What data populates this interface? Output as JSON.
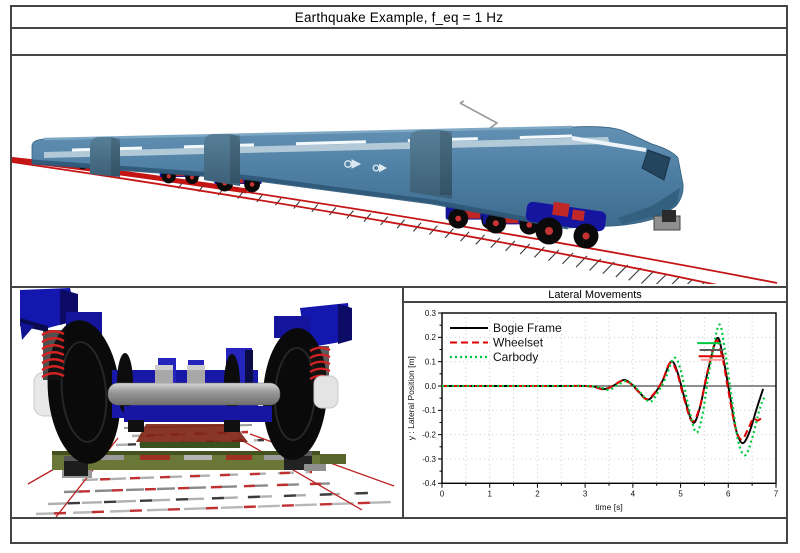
{
  "header": {
    "title": "Earthquake Example, f_eq = 1 Hz"
  },
  "viewports": {
    "train_label": "train-3d-render",
    "wheelset_label": "wheelset-3d-render"
  },
  "colors": {
    "border": "#454545",
    "train_body": "#4e7fa3",
    "train_stripe": "#c3d3df",
    "track_red": "#c51414",
    "bogie_blue": "#14149a",
    "bogie_red": "#bf2626",
    "axle_gray": "#a8a8a8",
    "sleeper_olive": "#6b7736",
    "series_black": "#000000",
    "series_red": "#e00000",
    "series_green": "#00c83c"
  },
  "chart_data": {
    "type": "line",
    "title": "Lateral Movements",
    "xlabel": "time [s]",
    "ylabel": "y : Lateral Position [m]",
    "xlim": [
      0,
      7
    ],
    "ylim": [
      -0.4,
      0.3
    ],
    "x_major_ticks": [
      0,
      1,
      2,
      3,
      4,
      5,
      6,
      7
    ],
    "y_major_ticks": [
      0.3,
      0.2,
      0.1,
      0.0,
      -0.1,
      -0.2,
      -0.3,
      -0.4
    ],
    "grid": "dotted",
    "legend_position": "top-left",
    "zero_line": 0,
    "series": [
      {
        "name": "Bogie Frame",
        "color": "#000000",
        "style": "solid",
        "points": [
          [
            0,
            0
          ],
          [
            0.5,
            0
          ],
          [
            1,
            0
          ],
          [
            1.5,
            0
          ],
          [
            2,
            0
          ],
          [
            2.5,
            0
          ],
          [
            3,
            0
          ],
          [
            3.2,
            -0.003
          ],
          [
            3.4,
            -0.013
          ],
          [
            3.6,
            0.002
          ],
          [
            3.8,
            0.024
          ],
          [
            3.95,
            0.012
          ],
          [
            4.1,
            -0.018
          ],
          [
            4.3,
            -0.056
          ],
          [
            4.45,
            -0.032
          ],
          [
            4.62,
            0.02
          ],
          [
            4.8,
            0.1
          ],
          [
            4.93,
            0.06
          ],
          [
            5.08,
            -0.048
          ],
          [
            5.26,
            -0.15
          ],
          [
            5.4,
            -0.092
          ],
          [
            5.55,
            0.042
          ],
          [
            5.76,
            0.195
          ],
          [
            5.88,
            0.128
          ],
          [
            6.02,
            -0.022
          ],
          [
            6.16,
            -0.178
          ],
          [
            6.3,
            -0.235
          ],
          [
            6.45,
            -0.186
          ],
          [
            6.6,
            -0.09
          ],
          [
            6.73,
            -0.012
          ]
        ]
      },
      {
        "name": "Wheelset",
        "color": "#e00000",
        "style": "dashed",
        "points": [
          [
            0,
            0
          ],
          [
            0.5,
            0
          ],
          [
            1,
            0
          ],
          [
            1.5,
            0
          ],
          [
            2,
            0
          ],
          [
            2.5,
            0
          ],
          [
            3,
            0
          ],
          [
            3.2,
            -0.004
          ],
          [
            3.4,
            -0.015
          ],
          [
            3.6,
            0.003
          ],
          [
            3.78,
            0.022
          ],
          [
            3.95,
            0.01
          ],
          [
            4.1,
            -0.02
          ],
          [
            4.28,
            -0.054
          ],
          [
            4.45,
            -0.03
          ],
          [
            4.62,
            0.022
          ],
          [
            4.78,
            0.095
          ],
          [
            4.92,
            0.058
          ],
          [
            5.07,
            -0.05
          ],
          [
            5.24,
            -0.145
          ],
          [
            5.4,
            -0.088
          ],
          [
            5.55,
            0.046
          ],
          [
            5.74,
            0.185
          ],
          [
            5.87,
            0.122
          ],
          [
            6.0,
            -0.018
          ],
          [
            6.15,
            -0.172
          ],
          [
            6.28,
            -0.22
          ],
          [
            6.42,
            -0.175
          ],
          [
            6.52,
            -0.135
          ],
          [
            6.62,
            -0.142
          ],
          [
            6.72,
            -0.125
          ]
        ]
      },
      {
        "name": "Carbody",
        "color": "#00c83c",
        "style": "dotted",
        "points": [
          [
            0,
            0
          ],
          [
            0.5,
            0
          ],
          [
            1,
            0
          ],
          [
            1.5,
            0
          ],
          [
            2,
            0
          ],
          [
            2.5,
            0
          ],
          [
            3,
            0
          ],
          [
            3.3,
            -0.005
          ],
          [
            3.5,
            -0.016
          ],
          [
            3.68,
            0.004
          ],
          [
            3.86,
            0.02
          ],
          [
            4.0,
            0.004
          ],
          [
            4.15,
            -0.026
          ],
          [
            4.35,
            -0.065
          ],
          [
            4.5,
            -0.034
          ],
          [
            4.68,
            0.03
          ],
          [
            4.86,
            0.115
          ],
          [
            5.0,
            0.068
          ],
          [
            5.14,
            -0.062
          ],
          [
            5.32,
            -0.19
          ],
          [
            5.46,
            -0.118
          ],
          [
            5.6,
            0.062
          ],
          [
            5.8,
            0.25
          ],
          [
            5.92,
            0.158
          ],
          [
            6.06,
            -0.032
          ],
          [
            6.2,
            -0.22
          ],
          [
            6.35,
            -0.285
          ],
          [
            6.5,
            -0.215
          ],
          [
            6.65,
            -0.1
          ],
          [
            6.75,
            -0.048
          ]
        ]
      }
    ],
    "peak_markers": [
      {
        "color": "#00c83c",
        "t0": 5.35,
        "t1": 5.85,
        "y": 0.176
      },
      {
        "color": "#5a5a5a",
        "t0": 5.4,
        "t1": 5.9,
        "y": 0.148
      },
      {
        "color": "#e00000",
        "t0": 5.38,
        "t1": 5.92,
        "y": 0.122
      },
      {
        "color": "#ff9c9c",
        "t0": 5.42,
        "t1": 5.9,
        "y": 0.108
      }
    ]
  }
}
